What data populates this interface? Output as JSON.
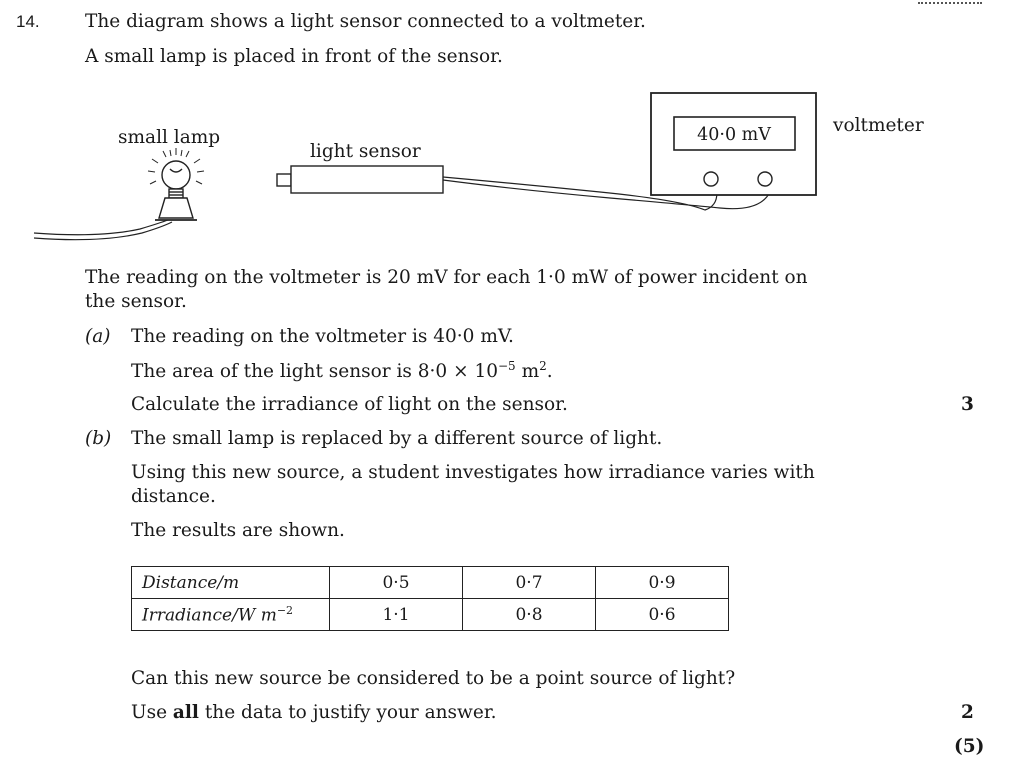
{
  "question": {
    "number": "14.",
    "intro_1": "The diagram shows a light sensor connected to a voltmeter.",
    "intro_2": "A small lamp is placed in front of the sensor."
  },
  "diagram": {
    "lamp_label": "small lamp",
    "sensor_label": "light sensor",
    "voltmeter_label": "voltmeter",
    "voltmeter_reading": "40·0 mV"
  },
  "text": {
    "reading_line_1": "The reading on the voltmeter is 20 mV for each 1·0 mW of power incident on",
    "reading_line_2": "the sensor."
  },
  "part_a": {
    "label": "(a)",
    "line_1": "The reading on the voltmeter is 40·0 mV.",
    "line_2_prefix": "The area of the light sensor is 8·0 × 10",
    "line_2_exp": "−5",
    "line_2_unit": " m",
    "line_2_unit_exp": "2",
    "line_2_end": ".",
    "line_3": "Calculate the irradiance of light on the sensor.",
    "marks": "3"
  },
  "part_b": {
    "label": "(b)",
    "line_1": "The small lamp is replaced by a different source of light.",
    "line_2a": "Using this new source, a student investigates how irradiance varies with",
    "line_2b": "distance.",
    "line_3": "The results are shown.",
    "table": {
      "row1_header": "Distance/m",
      "row1_values": [
        "0·5",
        "0·7",
        "0·9"
      ],
      "row2_header_main": "Irradiance/W m",
      "row2_header_exp": "−2",
      "row2_values": [
        "1·1",
        "0·8",
        "0·6"
      ]
    },
    "question": "Can this new source be considered to be a point source of light?",
    "use_prefix": "Use ",
    "use_bold": "all",
    "use_suffix": " the data to justify your answer.",
    "marks": "2"
  },
  "total_marks": "(5)"
}
